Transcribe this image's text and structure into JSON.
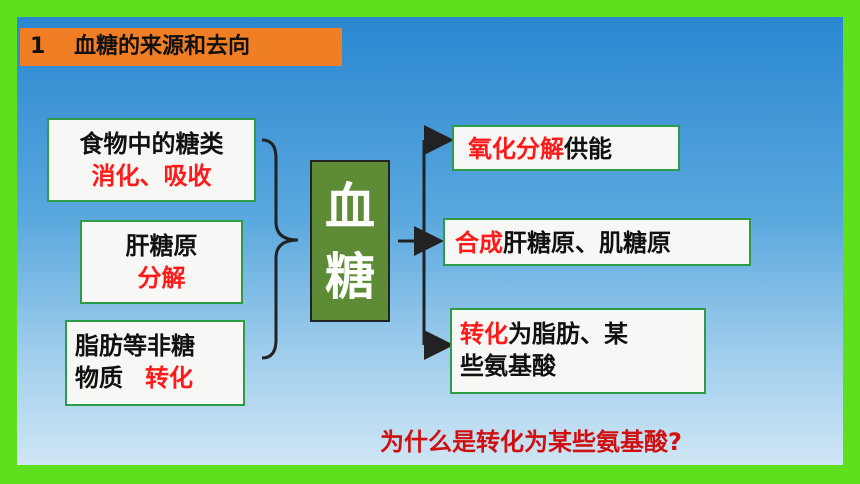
{
  "title": {
    "number": "1",
    "text": "血糖的来源和去向"
  },
  "sources": [
    {
      "line1": "食物中的糖类",
      "line2": "消化、吸收"
    },
    {
      "line1": "肝糖原",
      "line2": "分解"
    },
    {
      "line1": "脂肪等非糖",
      "line2a": "物质",
      "line2b": "转化"
    }
  ],
  "center": {
    "char1": "血",
    "char2": "糖"
  },
  "destinations": [
    {
      "red": "氧化分解",
      "rest": "供能"
    },
    {
      "red": "合成",
      "rest": "肝糖原、肌糖原"
    },
    {
      "red": "转化",
      "rest": "为脂肪、某",
      "line2": "些氨基酸"
    }
  ],
  "question": "为什么是转化为某些氨基酸?",
  "colors": {
    "frame": "#5fe01c",
    "title_bg": "#f07e24",
    "center_bg": "#5e8c36",
    "highlight": "#ff1a1a",
    "box_border": "#2e9b46"
  }
}
